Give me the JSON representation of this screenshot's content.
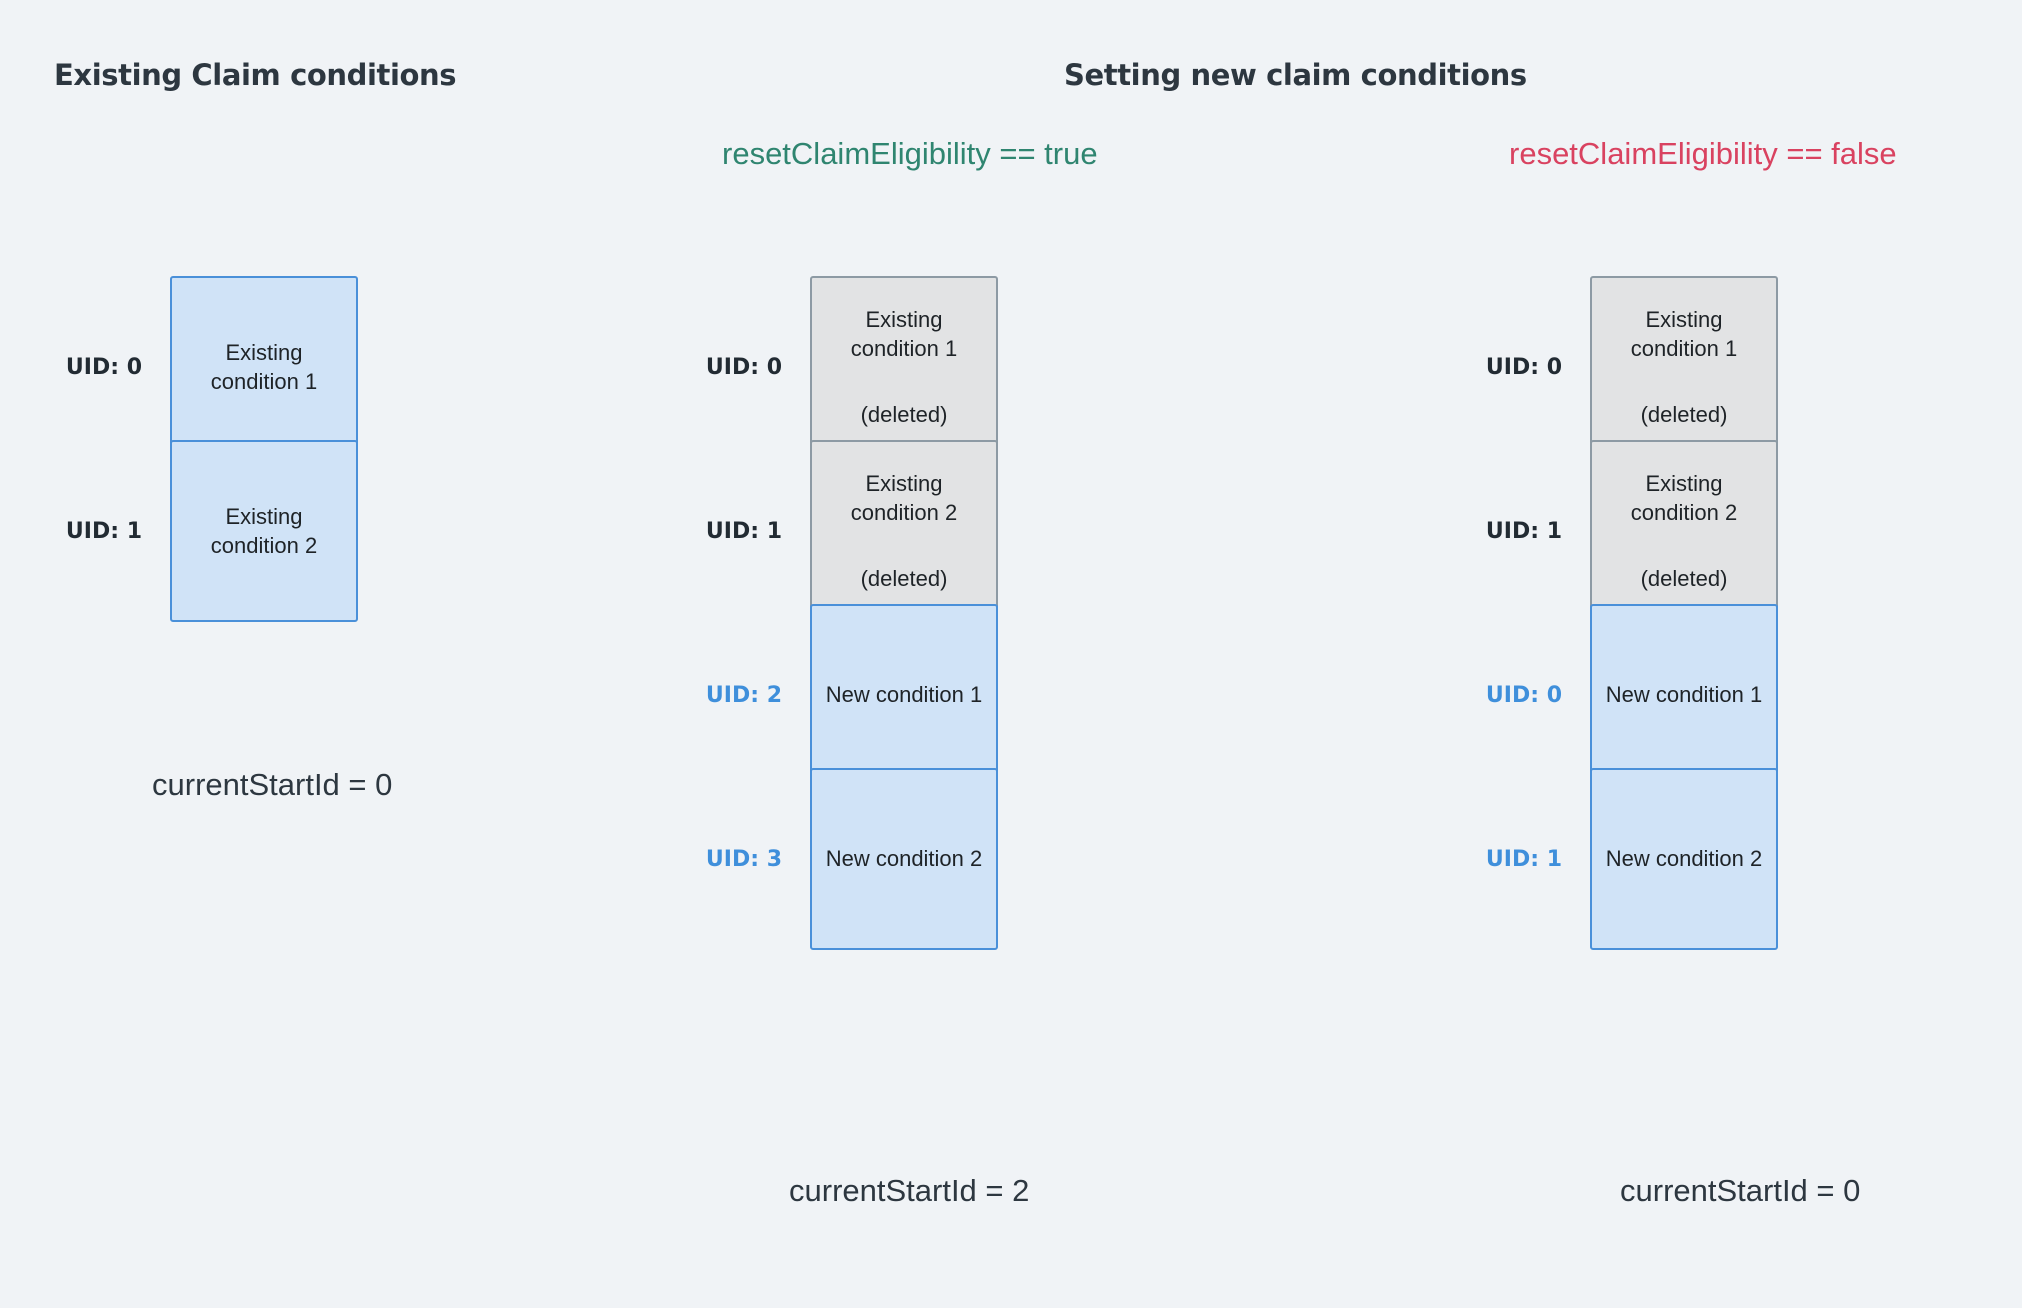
{
  "background_color": "#f0f3f6",
  "colors": {
    "heading": "#2d3740",
    "true_expr": "#2f8570",
    "false_expr": "#d94260",
    "uid_existing": "#222b33",
    "uid_new": "#3f8fdb",
    "box_blue_fill": "#d0e3f7",
    "box_blue_border": "#4a90d9",
    "box_grey_fill": "#e2e3e4",
    "box_grey_border": "#8d9aa4"
  },
  "headings": {
    "left": "Existing Claim conditions",
    "right": "Setting new claim conditions"
  },
  "expressions": {
    "true_case": "resetClaimEligibility == true",
    "false_case": "resetClaimEligibility == false"
  },
  "columns": {
    "existing": {
      "rows": [
        {
          "uid": "UID: 0",
          "uid_style": "existing",
          "title": "Existing condition 1",
          "sub": "",
          "box_style": "existing"
        },
        {
          "uid": "UID: 1",
          "uid_style": "existing",
          "title": "Existing condition 2",
          "sub": "",
          "box_style": "existing"
        }
      ],
      "footer": "currentStartId = 0"
    },
    "reset_true": {
      "rows": [
        {
          "uid": "UID: 0",
          "uid_style": "existing",
          "title": "Existing condition 1",
          "sub": "(deleted)",
          "box_style": "deleted"
        },
        {
          "uid": "UID: 1",
          "uid_style": "existing",
          "title": "Existing condition 2",
          "sub": "(deleted)",
          "box_style": "deleted"
        },
        {
          "uid": "UID: 2",
          "uid_style": "new",
          "title": "New condition 1",
          "sub": "",
          "box_style": "new"
        },
        {
          "uid": "UID: 3",
          "uid_style": "new",
          "title": "New condition 2",
          "sub": "",
          "box_style": "new"
        }
      ],
      "footer": "currentStartId = 2"
    },
    "reset_false": {
      "rows": [
        {
          "uid": "UID: 0",
          "uid_style": "existing",
          "title": "Existing condition 1",
          "sub": "(deleted)",
          "box_style": "deleted"
        },
        {
          "uid": "UID: 1",
          "uid_style": "existing",
          "title": "Existing condition 2",
          "sub": "(deleted)",
          "box_style": "deleted"
        },
        {
          "uid": "UID: 0",
          "uid_style": "new",
          "title": "New condition 1",
          "sub": "",
          "box_style": "new"
        },
        {
          "uid": "UID: 1",
          "uid_style": "new",
          "title": "New condition 2",
          "sub": "",
          "box_style": "new"
        }
      ],
      "footer": "currentStartId = 0"
    }
  }
}
